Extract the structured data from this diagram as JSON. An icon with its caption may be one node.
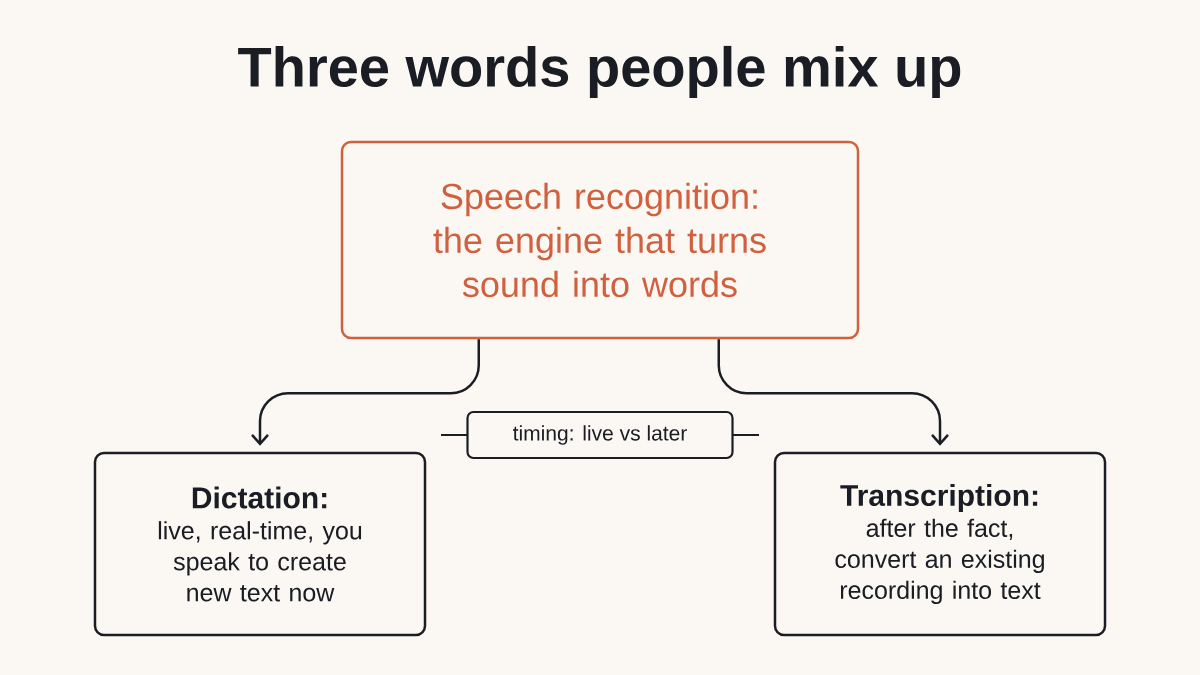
{
  "diagram": {
    "title": "Three words people mix up",
    "nodes": [
      {
        "text": [
          "Speech recognition: the engine that turns sound into words"
        ]
      },
      {
        "text": [
          "Dictation:",
          "live, real-time, you speak to create new text now"
        ]
      },
      {
        "text": [
          "timing: live vs later"
        ]
      },
      {
        "text": [
          "Transcription:",
          "after the fact, convert an existing recording into text"
        ]
      }
    ],
    "edges": [
      {
        "from": 0,
        "to": 1,
        "arrow": "to"
      },
      {
        "from": 0,
        "to": 3,
        "arrow": "to"
      }
    ]
  }
}
